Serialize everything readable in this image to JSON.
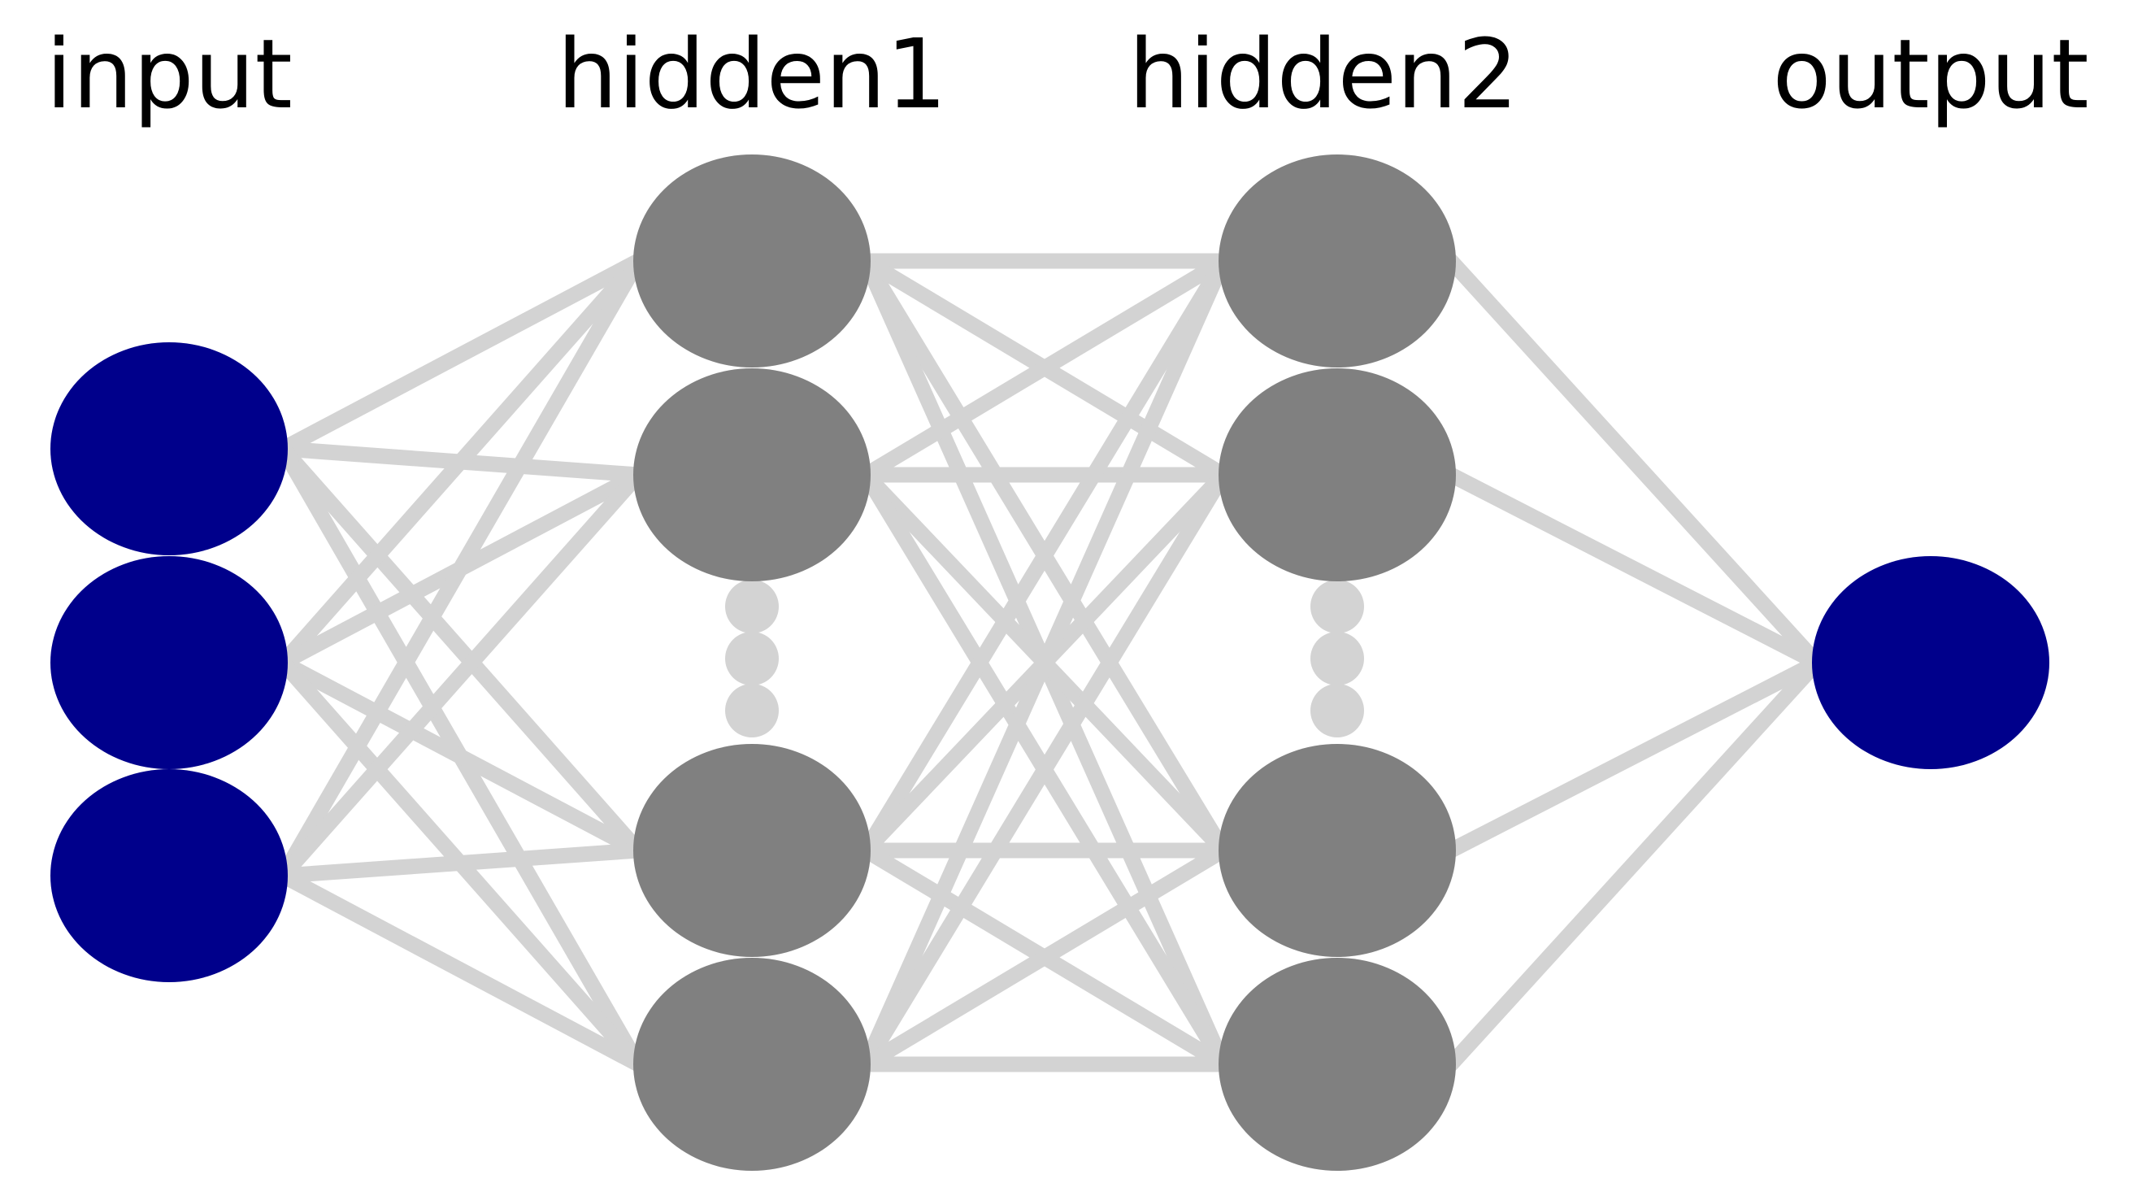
{
  "colors": {
    "background": "#ffffff",
    "io_node": "#00008b",
    "hidden_node": "#808080",
    "connection": "#d3d3d3",
    "ellipsis_dot": "#d3d3d3",
    "label_text": "#000000"
  },
  "layers": [
    {
      "id": "input",
      "label": "input",
      "kind": "io",
      "visible_nodes": 3,
      "ellipsis": false
    },
    {
      "id": "hidden1",
      "label": "hidden1",
      "kind": "hidden",
      "visible_nodes": 4,
      "ellipsis": true
    },
    {
      "id": "hidden2",
      "label": "hidden2",
      "kind": "hidden",
      "visible_nodes": 4,
      "ellipsis": true
    },
    {
      "id": "output",
      "label": "output",
      "kind": "io",
      "visible_nodes": 1,
      "ellipsis": false
    }
  ],
  "connectivity": "fully-connected between adjacent layers"
}
